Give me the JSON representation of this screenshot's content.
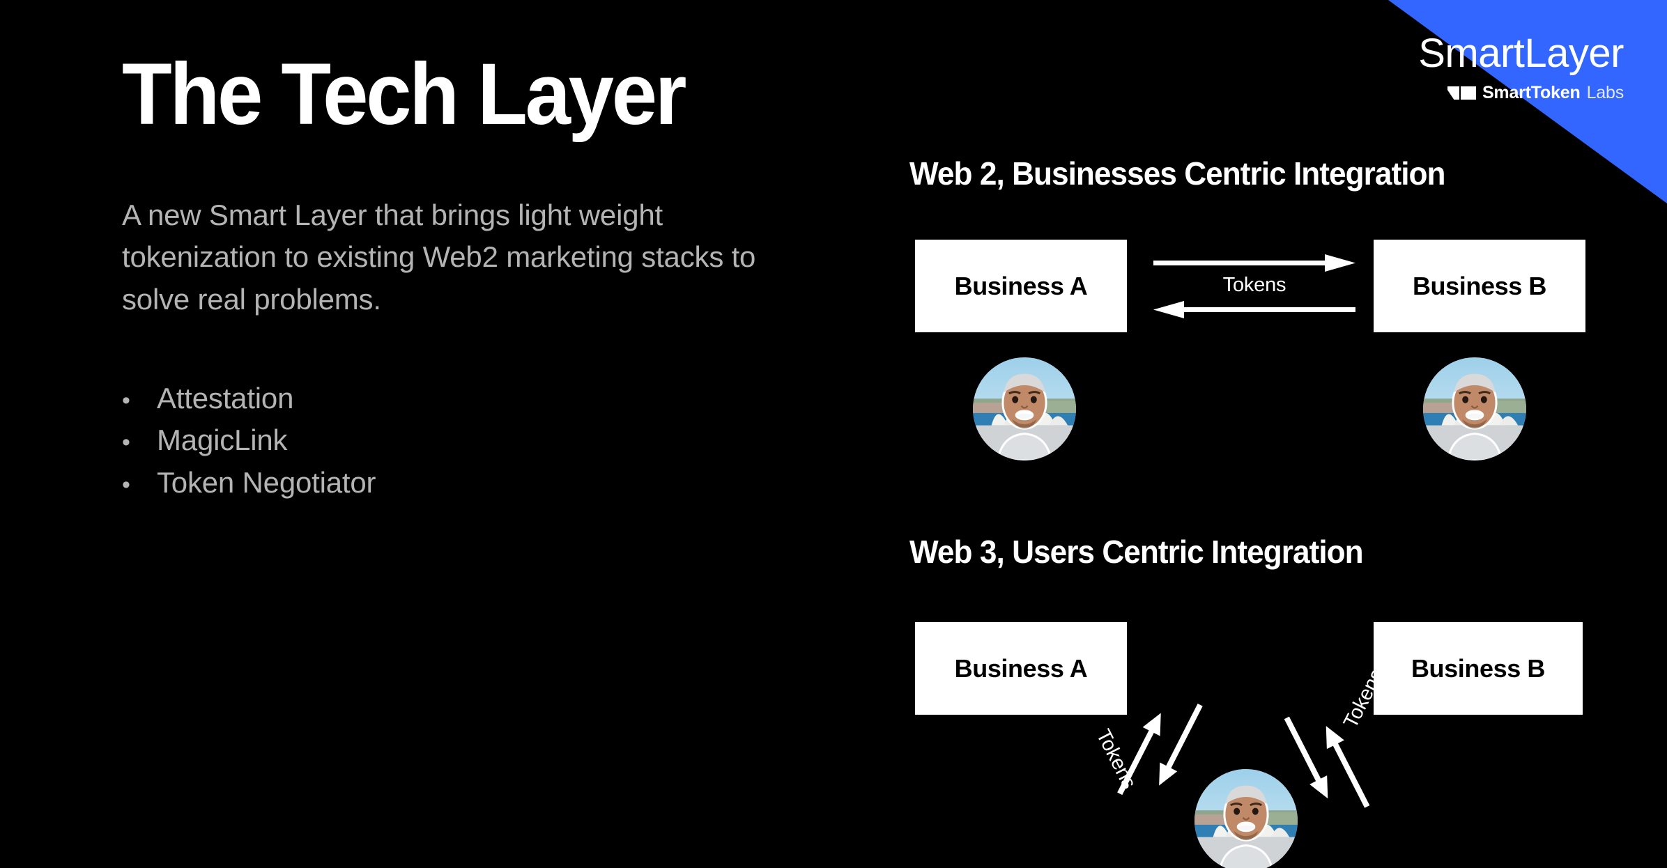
{
  "theme": {
    "background": "#000000",
    "brand_blue": "#3366FF",
    "text_primary": "#ffffff",
    "text_muted": "#b4b4b4",
    "box_fill": "#ffffff",
    "box_text": "#000000"
  },
  "brand": {
    "name": "SmartLayer",
    "sub_bold": "SmartToken",
    "sub_light": "Labs"
  },
  "left": {
    "title": "The Tech Layer",
    "lede": "A new Smart Layer that brings light weight tokenization to existing Web2 marketing stacks to solve real problems.",
    "bullet_glyph": "•",
    "features": [
      {
        "label": "Attestation"
      },
      {
        "label": "MagicLink"
      },
      {
        "label": "Token Negotiator"
      }
    ]
  },
  "diagrams": [
    {
      "id": "web2",
      "heading": "Web 2, Businesses Centric Integration",
      "box_a": "Business A",
      "box_b": "Business B",
      "flow_label": "Tokens",
      "avatar_alt": "user-avatar"
    },
    {
      "id": "web3",
      "heading": "Web 3, Users Centric Integration",
      "box_a": "Business A",
      "box_b": "Business B",
      "flow_label_left": "Tokens",
      "flow_label_right": "Tokens",
      "avatar_alt": "user-avatar"
    }
  ]
}
